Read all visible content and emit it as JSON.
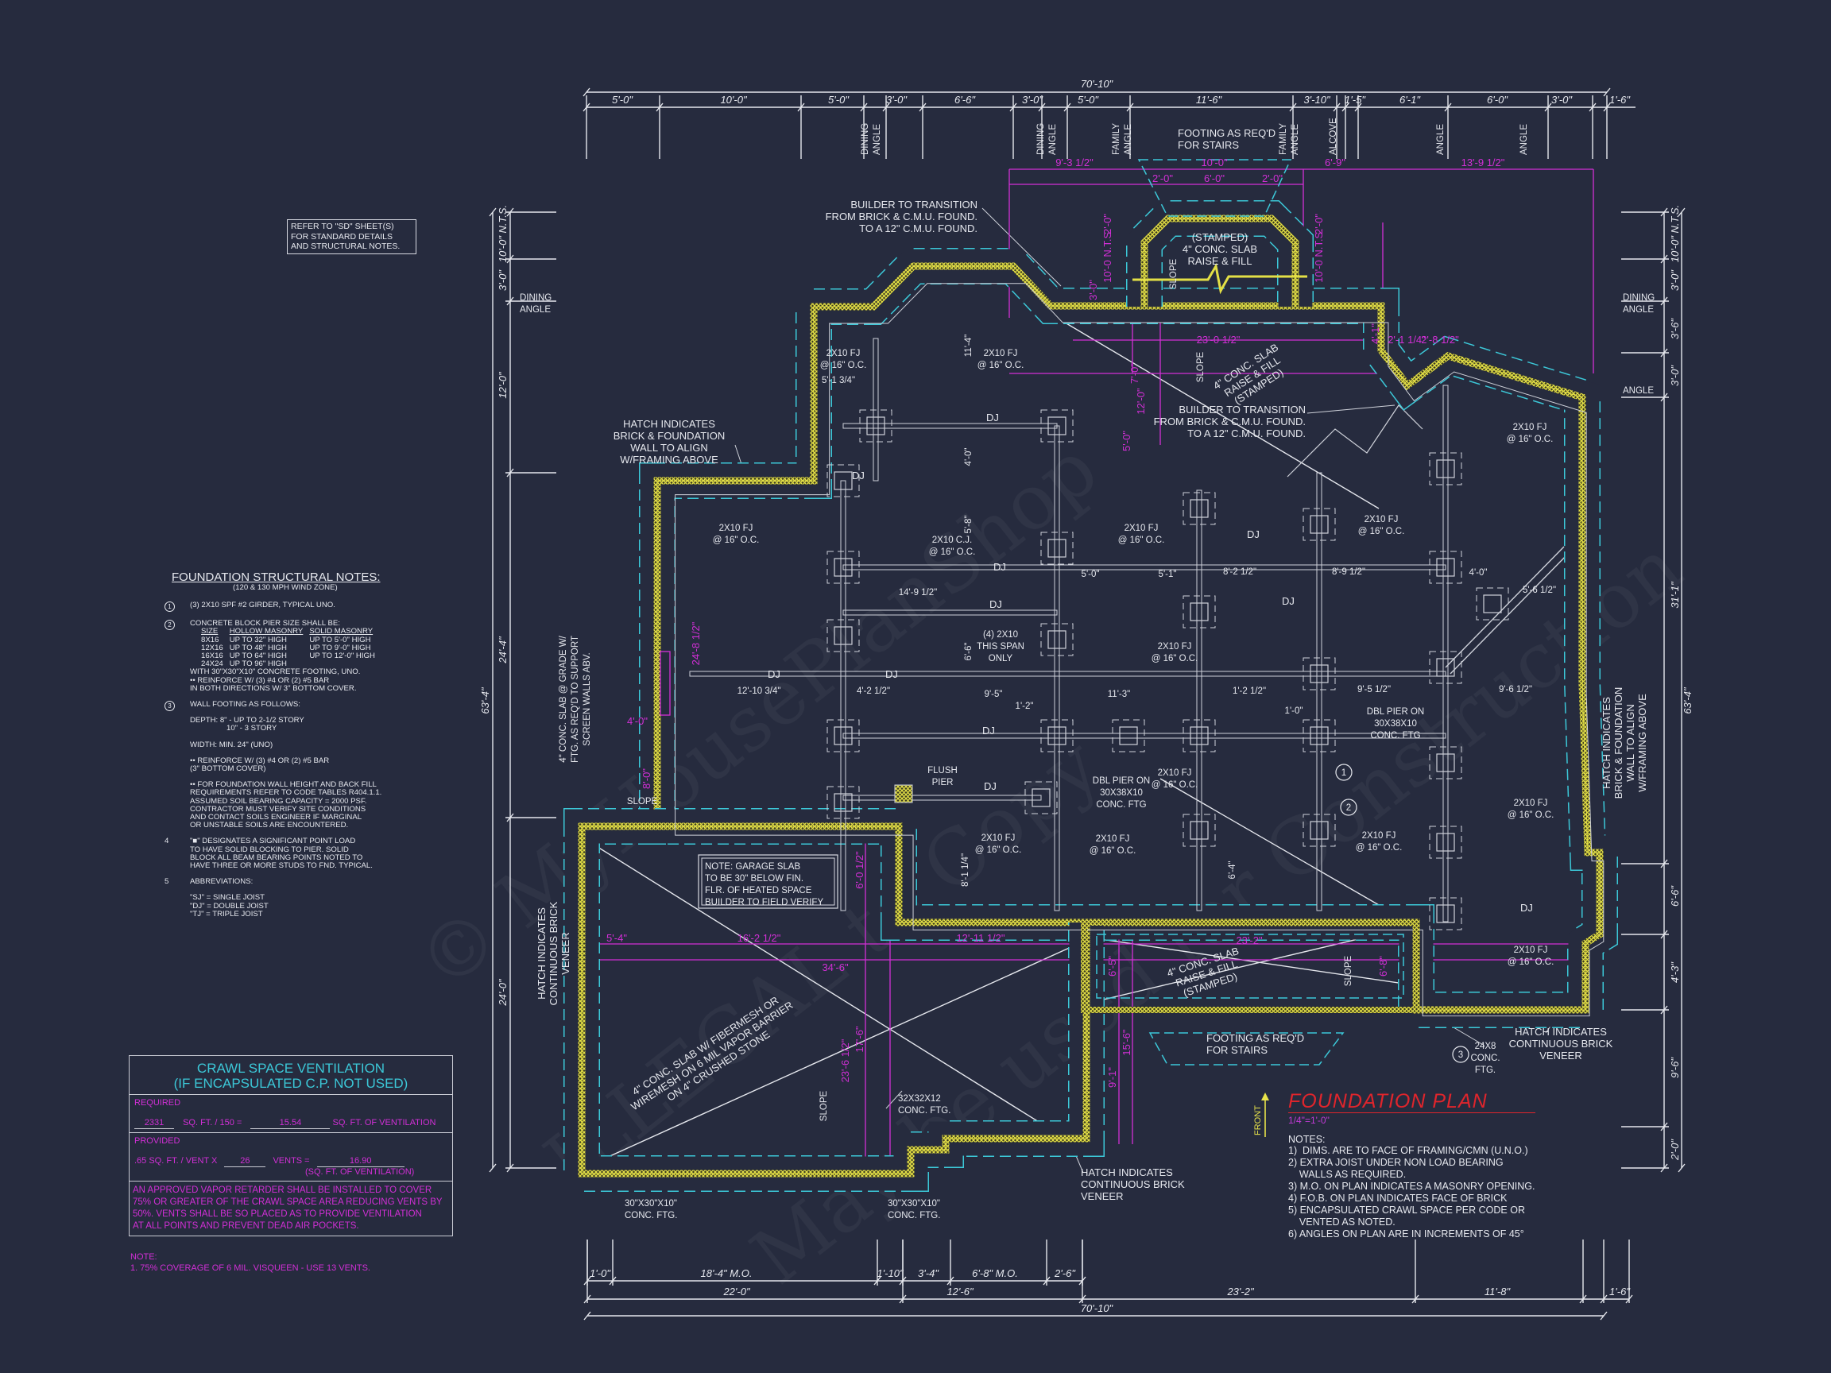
{
  "sheet": {
    "refer_note": [
      "REFER TO \"SD\" SHEET(S)",
      "FOR STANDARD DETAILS",
      "AND STRUCTURAL NOTES."
    ],
    "watermark": [
      "© MyHousePlanShop",
      "ILLEGAL to Copy",
      "May be used for Construction"
    ]
  },
  "dims": {
    "top_overall": "70'-10\"",
    "top": [
      "5'-0\"",
      "10'-0\"",
      "5'-0\"",
      "3'-0\"",
      "6'-6\"",
      "3'-0\"",
      "5'-0\"",
      "11'-6\"",
      "3'-10\"",
      "1'-5\"",
      "6'-1\"",
      "6'-0\"",
      "3'-0\"",
      "1'-6\""
    ],
    "top_markers": [
      [
        "DINING",
        "ANGLE"
      ],
      [
        "DINING",
        "ANGLE"
      ],
      [
        "FAMILY",
        "ANGLE"
      ],
      [
        "FAMILY",
        "ANGLE"
      ],
      [
        "ALCOVE"
      ],
      [
        "ANGLE"
      ],
      [
        "ANGLE"
      ]
    ],
    "bottom_row1": [
      "1'-0\"",
      "18'-4\" M.O.",
      "1'-10\"",
      "3'-4\"",
      "6'-8\" M.O.",
      "2'-6\""
    ],
    "bottom_row2": [
      "22'-0\"",
      "12'-6\"",
      "23'-2\"",
      "11'-8\"",
      "1'-6\""
    ],
    "bottom_overall": "70'-10\"",
    "left": [
      "10'-0\" N.T.S.",
      "3'-0\"",
      "12'-0\"",
      "24'-4\"",
      "24'-0\""
    ],
    "left_overall": "63'-4\"",
    "left_marker": [
      "DINING",
      "ANGLE"
    ],
    "right": [
      "10'-0\" N.T.S.",
      "3'-0\"",
      "3'-6\"",
      "3'-0\"",
      "31'-1\"",
      "6'-6\"",
      "4'-3\"",
      "9'-6\"",
      "2'-0\""
    ],
    "right_overall": "63'-4\"",
    "right_markers": [
      [
        "DINING",
        "ANGLE"
      ],
      [
        "ANGLE"
      ]
    ]
  },
  "plan_text": {
    "transition_1": [
      "BUILDER TO TRANSITION",
      "FROM BRICK & C.M.U. FOUND.",
      "TO A 12\" C.M.U. FOUND."
    ],
    "transition_2": [
      "BUILDER TO TRANSITION",
      "FROM BRICK & C.M.U. FOUND.",
      "TO A 12\" C.M.U. FOUND."
    ],
    "hatch_left_top": [
      "HATCH INDICATES",
      "BRICK & FOUNDATION",
      "WALL TO ALIGN",
      "w/FRAMING ABOVE"
    ],
    "footing_stairs_top": [
      "FOOTING AS REQ'D",
      "FOR STAIRS"
    ],
    "stamped_slab_top": [
      "(STAMPED)",
      "4\" CONC. SLAB",
      "RAISE & FILL"
    ],
    "slab_rear": [
      "4\" CONC. SLAB",
      "RAISE & FILL",
      "(STAMPED)"
    ],
    "slope_1": "SLOPE",
    "slope_2": "SLOPE",
    "slope_3": "SLOPE",
    "slope_4": "SLOPE",
    "slope_5": "SLOPE",
    "fj_1": [
      "2x10 FJ",
      "@ 16\" O.C."
    ],
    "fj_2": [
      "2x10 FJ",
      "@ 16\" O.C."
    ],
    "fj_3": [
      "2x10 FJ",
      "@ 16\" O.C."
    ],
    "fj_4": [
      "2x10 C.J.",
      "@ 16\" O.C."
    ],
    "fj_5": [
      "2x10 FJ",
      "@ 16\" O.C."
    ],
    "fj_6": [
      "2x10 FJ",
      "@ 16\" O.C."
    ],
    "fj_7": [
      "2x10 FJ",
      "@ 16\" O.C."
    ],
    "fj_8": [
      "2x10 FJ",
      "@ 16\" O.C."
    ],
    "fj_9": [
      "2x10 FJ",
      "@ 16\" O.C."
    ],
    "fj_10": [
      "2x10 FJ",
      "@ 16\" O.C."
    ],
    "fj_11": [
      "2x10 FJ",
      "@ 16\" O.C."
    ],
    "fj_12": [
      "2x10 FJ",
      "@ 16\" O.C."
    ],
    "fj_13": [
      "2x10 FJ",
      "@ 16\" O.C."
    ],
    "fj_14": [
      "2x10 FJ",
      "@ 16\" O.C."
    ],
    "dj_1": "DJ",
    "dj_2": "DJ",
    "dj_3": "DJ",
    "dj_4": "DJ",
    "dj_5": "DJ",
    "dj_6": "DJ",
    "dj_7": "DJ",
    "dj_8": "DJ",
    "dj_9": "DJ",
    "dj_10": "DJ",
    "dj_11": "DJ",
    "span_note": [
      "(4) 2x10",
      "THIS SPAN",
      "ONLY"
    ],
    "flush_pier": [
      "FLUSH",
      "PIER"
    ],
    "dbl_pier_1": [
      "DBL PIER ON",
      "30x38x10",
      "CONC. FTG"
    ],
    "dbl_pier_2": [
      "DBL PIER ON",
      "30x38x10",
      "CONC. FTG"
    ],
    "garage_note": [
      "NOTE: GARAGE SLAB",
      "TO BE 30\" BELOW FIN.",
      "FLR. OF HEATED SPACE",
      "BUILDER TO FIELD VERIFY"
    ],
    "garage_slab": [
      "4\" CONC. SLAB w/ FIBERMESH OR",
      "WIREMESH ON 6 MIL VAPOR BARRIER",
      "ON 4\" CRUSHED STONE"
    ],
    "ftg_32": [
      "32x32x12",
      "CONC. FTG."
    ],
    "ftg_30a": [
      "30\"x30\"x10\"",
      "CONC. FTG."
    ],
    "ftg_30b": [
      "30\"x30\"x10\"",
      "CONC. FTG."
    ],
    "hatch_bottom": [
      "HATCH INDICATES",
      "CONTINUOUS BRICK",
      "VENEER"
    ],
    "hatch_right_bottom": [
      "HATCH INDICATES",
      "CONTINUOUS BRICK",
      "VENEER"
    ],
    "ftg_24": [
      "24x8",
      "CONC.",
      "FTG."
    ],
    "footing_stairs_bottom": [
      "FOOTING AS REQ'D",
      "FOR STAIRS"
    ],
    "slab_front": [
      "4\" CONC. SLAB",
      "RAISE & FILL",
      "(STAMPED)"
    ],
    "screen_slab": [
      "4\" CONC. SLAB @ GRADE w/",
      "FTG. AS REQ'D TO SUPPORT",
      "SCREEN WALLS ABV."
    ],
    "hatch_left_veneer": [
      "HATCH INDICATES",
      "CONTINUOUS BRICK",
      "VENEER"
    ],
    "hatch_right": [
      "HATCH INDICATES",
      "BRICK & FOUNDATION",
      "WALL TO ALIGN",
      "w/FRAMING ABOVE"
    ],
    "tag_1": "1",
    "tag_2": "2",
    "tag_3": "3",
    "d_1": "12'-10 3/4\"",
    "d_2": "4'-2 1/2\"",
    "d_3": "9'-5\"",
    "d_4": "11'-3\"",
    "d_5": "1'-2 1/2\"",
    "d_6": "1'-0\"",
    "d_7": "1'-2\"",
    "d_8": "5'-0\"",
    "d_9": "5'-1\"",
    "d_10": "14'-9 1/2\"",
    "d_11": "8'-2 1/2\"",
    "d_12": "8'-9 1/2\"",
    "d_13": "4'-0\"",
    "d_14": "5'-6 1/2\"",
    "d_15": "9'-5 1/2\"",
    "d_16": "9'-6 1/2\"",
    "d_17": "5'-1 3/4\"",
    "d_18": "11'-4\"",
    "d_19": "4'-0\"",
    "d_20": "5'-8\"",
    "d_21": "6'-6\"",
    "d_22": "8'-1 1/4\"",
    "d_23": "6'-4\"",
    "m_1": "9'-3 1/2\"",
    "m_2": "10'-0\"",
    "m_3": "2'-0\"",
    "m_4": "6'-0\"",
    "m_5": "2'-0\"",
    "m_6": "6'-9\"",
    "m_7": "13'-9 1/2\"",
    "m_8": "23'-0 1/2\"",
    "m_9": "2'-1 1/4\"",
    "m_10": "2'-8 1/2\"",
    "m_11": "7'-0\"",
    "m_12": "12'-0\"",
    "m_13": "5'-0\"",
    "m_14": "10'-0 N.T.S.",
    "m_15": "10'-0 N.T.S.",
    "m_16": "3'-0\"",
    "m_17": "2'-0\"",
    "m_18": "2'-0\"",
    "m_19": "4'-1\"",
    "m_20": "5'-4\"",
    "m_21": "16'-2 1/2\"",
    "m_22": "12'-11 1/2\"",
    "m_23": "34'-6\"",
    "m_24": "6'-0 1/2\"",
    "m_25": "17'-6\"",
    "m_26": "23'-6 1/2\"",
    "m_27": "9'-1\"",
    "m_28": "15'-6\"",
    "m_29": "6'-5\"",
    "m_30": "23'-2\"",
    "m_31": "6'-8\"",
    "m_32": "24'-8 1/2\"",
    "m_33": "4'-0\"",
    "m_34": "8'-0\""
  },
  "structural_notes": {
    "title": "FOUNDATION STRUCTURAL NOTES:",
    "subtitle": "(120 & 130 MPH WIND ZONE)",
    "n1_num": "1",
    "n1": "(3) 2x10 SPF #2 GIRDER, TYPICAL UNO.",
    "n2_num": "2",
    "n2": "CONCRETE BLOCK PIER SIZE SHALL BE:",
    "pier_table": {
      "headers": [
        "SIZE",
        "HOLLOW MASONRY",
        "SOLID MASONRY"
      ],
      "rows": [
        [
          "8x16",
          "UP TO 32\" HIGH",
          "UP TO 5'-0\" HIGH"
        ],
        [
          "12x16",
          "UP TO 48\" HIGH",
          "UP TO 9'-0\" HIGH"
        ],
        [
          "16x16",
          "UP TO 64\" HIGH",
          "UP TO 12'-0\" HIGH"
        ],
        [
          "24x24",
          "UP TO 96\" HIGH",
          ""
        ]
      ]
    },
    "n2_tail": [
      "WITH 30\"x30\"x10\" CONCRETE FOOTING, UNO.",
      "•• REINFORCE W/ (3) #4 OR (2) #5 BAR",
      "IN BOTH DIRECTIONS W/ 3\" BOTTOM COVER."
    ],
    "n3_num": "3",
    "n3": "WALL FOOTING AS FOLLOWS:",
    "depth": [
      "DEPTH: 8\" - UP TO 2-1/2 STORY",
      "10\" - 3 STORY"
    ],
    "width": "WIDTH: MIN. 24\" (UNO)",
    "reinforce": [
      "•• REINFORCE W/ (3) #4 OR (2) #5 BAR",
      "(3\" BOTTOM COVER)"
    ],
    "backfill": [
      "•• FOR FOUNDATION WALL HEIGHT AND BACK FILL",
      "REQUIREMENTS REFER TO CODE TABLES R404.1.1.",
      "ASSUMED SOIL BEARING CAPACITY = 2000 PSF.",
      "CONTRACTOR MUST VERIFY SITE CONDITIONS",
      "AND CONTACT SOILS ENGINEER IF MARGINAL",
      "OR UNSTABLE SOILS ARE ENCOUNTERED."
    ],
    "n4_num": "4",
    "n4": [
      "\"■\" DESIGNATES A SIGNIFICANT POINT LOAD",
      "TO HAVE SOLID BLOCKING TO PIER. SOLID",
      "BLOCK ALL BEAM BEARING POINTS NOTED TO",
      "HAVE THREE OR MORE STUDS TO FND. TYPICAL."
    ],
    "n5_num": "5",
    "n5": "ABBREVIATIONS:",
    "abbrev": [
      "\"SJ\" = SINGLE JOIST",
      "\"DJ\" = DOUBLE JOIST",
      "\"TJ\" = TRIPLE JOIST"
    ]
  },
  "crawl_space": {
    "title": [
      "CRAWL SPACE VENTILATION",
      "(IF ENCAPSULATED C.P. NOT USED)"
    ],
    "required_label": "REQUIRED",
    "required_area": "2331",
    "required_text": "SQ. FT. / 150 =",
    "required_result": "15.54",
    "required_unit": "SQ. FT. OF VENTILATION",
    "provided_label": "PROVIDED",
    "provided_text": ".65 SQ. FT. / VENT x",
    "vents": "26",
    "vents_text": "VENTS =",
    "provided_result": "16.90",
    "provided_unit": "(SQ. FT. OF VENTILATION)",
    "paragraph": [
      "AN APPROVED VAPOR RETARDER SHALL BE INSTALLED TO COVER",
      "75% OR GREATER OF THE CRAWL SPACE AREA REDUCING VENTS BY",
      "50%. VENTS SHALL BE SO PLACED AS TO PROVIDE VENTILATION",
      "AT ALL POINTS AND PREVENT DEAD AIR POCKETS."
    ],
    "note_label": "NOTE:",
    "note": "1. 75% COVERAGE OF 6 MIL. VISQUEEN - USE 13 VENTS."
  },
  "title_block": {
    "front": "FRONT",
    "title": "FOUNDATION PLAN",
    "scale": "1/4\"=1'-0\"",
    "notes_label": "NOTES:",
    "notes": [
      "1)  DIMS. ARE TO FACE OF FRAMING/CMN (U.N.O.)",
      "2) EXTRA JOIST UNDER NON LOAD BEARING",
      "    WALLS AS REQUIRED.",
      "3) M.O. ON PLAN INDICATES A MASONRY OPENING.",
      "4) F.O.B. ON PLAN INDICATES FACE OF BRICK",
      "5) ENCAPSULATED CRAWL SPACE PER CODE OR",
      "    VENTED AS NOTED.",
      "6) ANGLES ON PLAN ARE IN INCREMENTS OF 45°"
    ]
  },
  "colors": {
    "background": "#262b3e",
    "wall_hatch": "#e3df46",
    "footing": "#3cc8d8",
    "dimension_magenta": "#d22fd6",
    "title_red": "#e0252c",
    "linework": "#e6e8ee"
  }
}
